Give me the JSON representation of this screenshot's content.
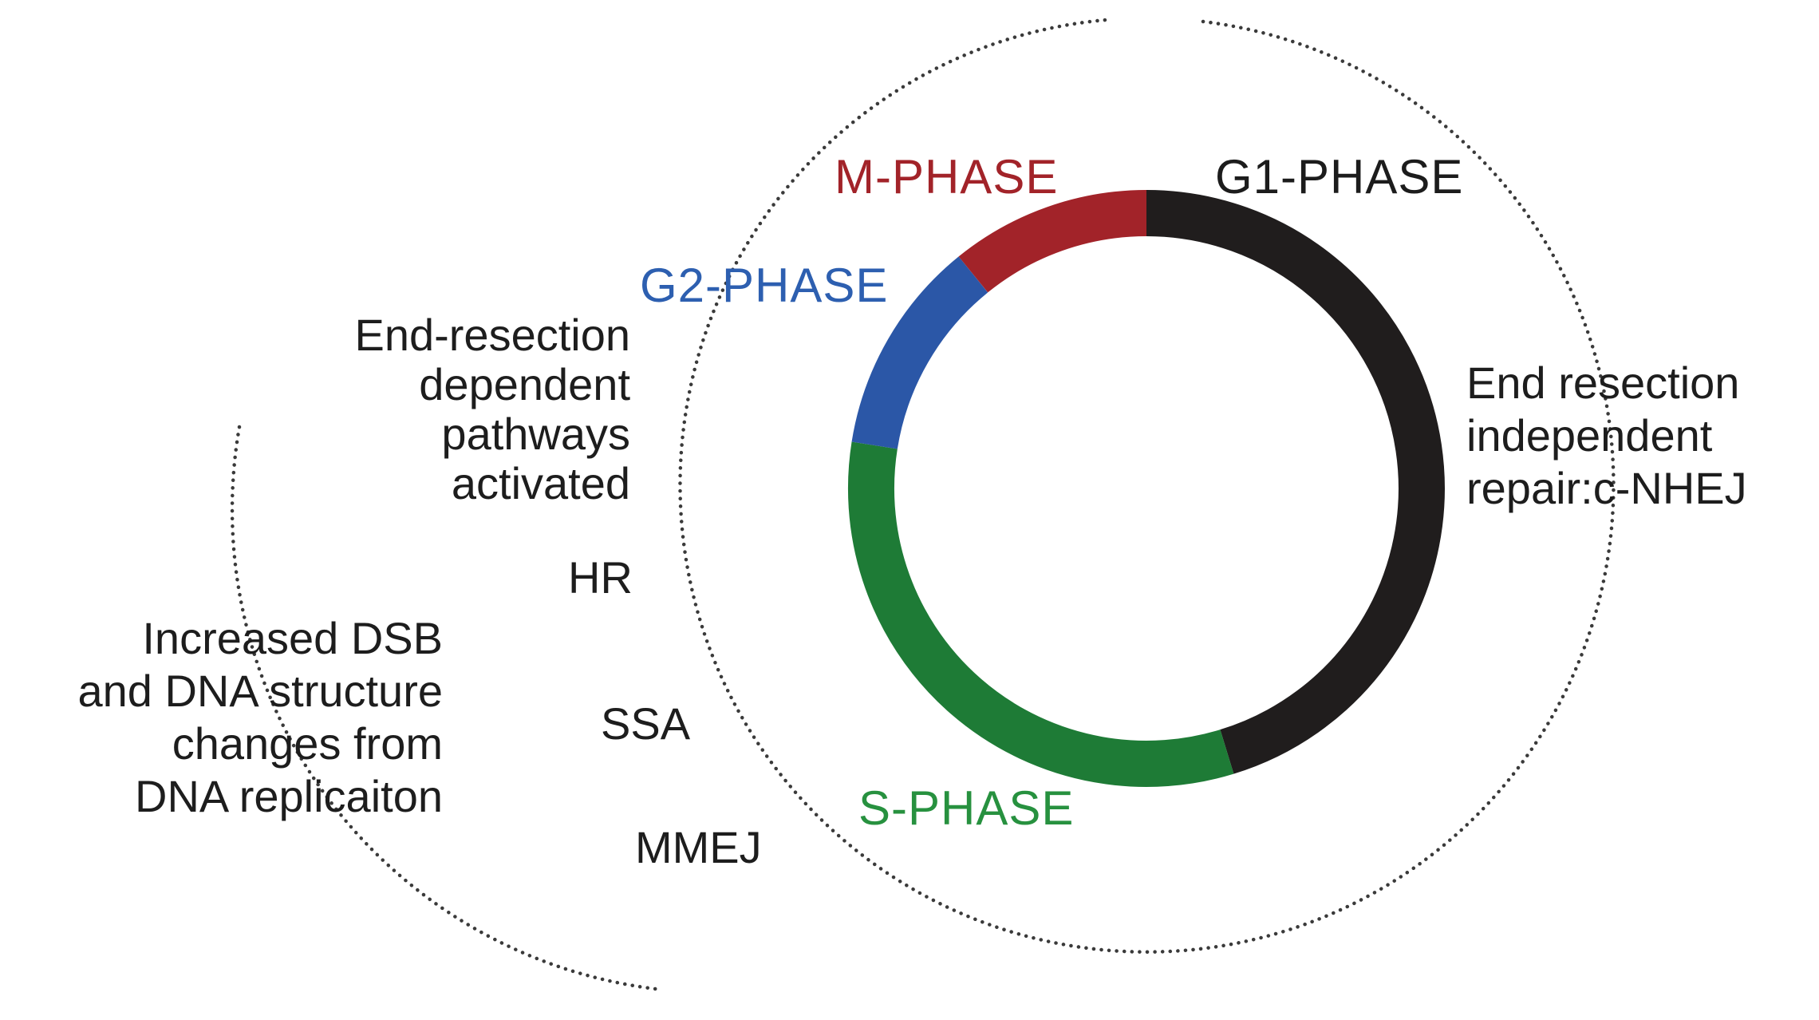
{
  "figure": {
    "background_color": "#ffffff",
    "dot_color": "#3a3a3a",
    "phases": [
      {
        "id": "g1",
        "label": "G1-PHASE",
        "start_deg": 0,
        "end_deg": 163,
        "arc_color": "#201d1d",
        "label_color": "#1c1c1c"
      },
      {
        "id": "s",
        "label": "S-PHASE",
        "start_deg": 163,
        "end_deg": 279,
        "arc_color": "#1e7b36",
        "label_color": "#27913f"
      },
      {
        "id": "g2",
        "label": "G2-PHASE",
        "start_deg": 279,
        "end_deg": 321,
        "arc_color": "#2b57a7",
        "label_color": "#2d5fb0"
      },
      {
        "id": "m",
        "label": "M-PHASE",
        "start_deg": 321,
        "end_deg": 360,
        "arc_color": "#a22329",
        "label_color": "#a22329"
      }
    ],
    "annotations": {
      "pathways_dependent": {
        "lines": [
          "End-resection",
          "dependent",
          "pathways",
          "activated"
        ]
      },
      "hr": "HR",
      "ssa": "SSA",
      "mmej": "MMEJ",
      "dsb_note": {
        "lines": [
          "Increased DSB",
          "and DNA structure",
          "changes from",
          "DNA replicaiton"
        ]
      },
      "nhej_note": {
        "lines": [
          "End resection",
          "independent",
          "repair:c-NHEJ"
        ]
      }
    }
  }
}
